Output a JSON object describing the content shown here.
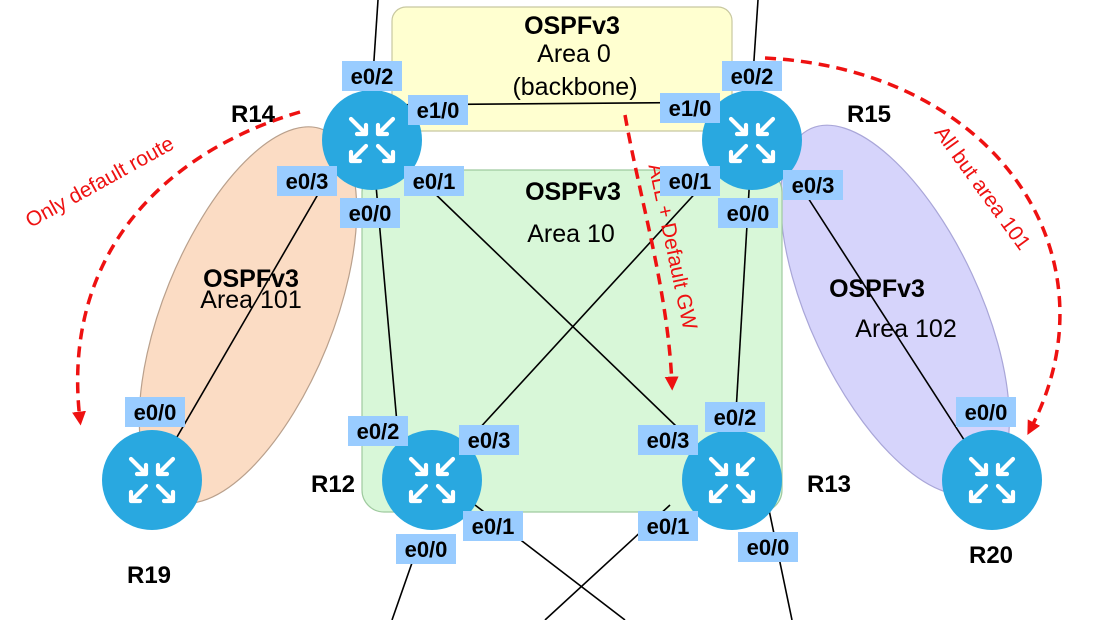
{
  "areas": {
    "area0": {
      "protocol": "OSPFv3",
      "name": "Area 0",
      "sub": "(backbone)"
    },
    "area10": {
      "protocol": "OSPFv3",
      "name": "Area 10"
    },
    "area101": {
      "protocol": "OSPFv3",
      "name": "Area 101"
    },
    "area102": {
      "protocol": "OSPFv3",
      "name": "Area 102"
    }
  },
  "routers": {
    "r14": "R14",
    "r15": "R15",
    "r12": "R12",
    "r13": "R13",
    "r19": "R19",
    "r20": "R20"
  },
  "interfaces": {
    "r14_e02": "e0/2",
    "r14_e10": "e1/0",
    "r14_e03": "e0/3",
    "r14_e01": "e0/1",
    "r14_e00": "e0/0",
    "r15_e02": "e0/2",
    "r15_e10": "e1/0",
    "r15_e01": "e0/1",
    "r15_e03": "e0/3",
    "r15_e00": "e0/0",
    "r12_e02": "e0/2",
    "r12_e03": "e0/3",
    "r12_e01": "e0/1",
    "r12_e00": "e0/0",
    "r13_e02": "e0/2",
    "r13_e03": "e0/3",
    "r13_e01": "e0/1",
    "r13_e00": "e0/0",
    "r19_e00": "e0/0",
    "r20_e00": "e0/0"
  },
  "annotations": {
    "only_default": "Only default route",
    "all_default_gw": "ALL + Default GW",
    "all_but_101": "All but area 101"
  },
  "colors": {
    "router": "#29a8e0",
    "area0_fill": "#ffffd0",
    "area10_fill": "#d8f7d8",
    "area101_fill": "#fbdcc4",
    "area102_fill": "#d6d4fb",
    "label_bg": "#99ccff",
    "annotation": "#ee1111"
  }
}
